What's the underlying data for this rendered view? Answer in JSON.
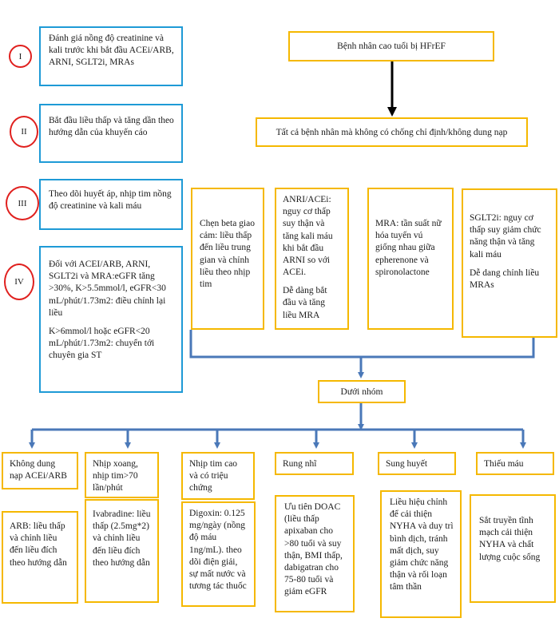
{
  "colors": {
    "blue": "#1e9ad6",
    "gold": "#f5b800",
    "red": "#e0201e",
    "connector": "#4a78b8",
    "arrow": "#000000"
  },
  "levels": [
    {
      "numeral": "I",
      "text": "Đánh giá nồng độ creatinine và kali trước khi bắt đầu ACEi/ARB, ARNI, SGLT2i, MRAs"
    },
    {
      "numeral": "II",
      "text": "Bắt đầu liều thấp và tăng dần theo hướng dẫn của khuyến cáo"
    },
    {
      "numeral": "III",
      "text": "Theo dõi huyết áp, nhịp tim nồng độ creatinine và kali máu"
    },
    {
      "numeral": "IV",
      "text1": "Đối với ACEI/ARB, ARNI, SGLT2i và MRA:eGFR tăng >30%, K>5.5mmol/l, eGFR<30 mL/phút/1.73m2: điều chỉnh lại liều",
      "text2": "K>6mmol/l hoặc eGFR<20 mL/phút/1.73m2: chuyển tới chuyên gia ST"
    }
  ],
  "top": {
    "title": "Bệnh nhân cao tuổi bị HFrEF",
    "eligible": "Tất cả bệnh nhân mà không có chống chỉ định/không dung nạp"
  },
  "drugs": [
    {
      "text": "Chẹn beta giao cảm: liều thấp đến liều trung gian và chỉnh liều theo nhịp tim"
    },
    {
      "text1": "ANRI/ACEi: nguy cơ thấp suy thận và tăng kali máu khi bắt đầu ARNI so với ACEi.",
      "text2": "Dễ dàng bắt đầu và tăng liều MRA"
    },
    {
      "text": "MRA: tần suất nữ hóa tuyến vú giống nhau giữa epherenone và spironolactone"
    },
    {
      "text1": "SGLT2i: nguy cơ thấp suy giảm chức năng thận và tăng kali máu",
      "text2": "Dễ dang chỉnh liều MRAs"
    }
  ],
  "subgroup_label": "Dưới nhóm",
  "subgroups": [
    {
      "title": "Không dung nạp ACEi/ARB",
      "detail": "ARB: liều thấp và chỉnh liều đến liều đích theo hướng dẫn"
    },
    {
      "title": "Nhịp xoang, nhịp tim>70 lần/phút",
      "detail": "Ivabradine: liều thấp (2.5mg*2) và chỉnh liều đến liều đích theo hướng dẫn"
    },
    {
      "title": "Nhịp tim cao và có triệu chứng",
      "detail": "Digoxin: 0.125 mg/ngày (nồng độ máu 1ng/mL). theo dõi điện giải, sự mất nước và tương tác thuốc"
    },
    {
      "title": "Rung nhĩ",
      "detail": "Ưu tiên DOAC (liều thấp apixaban cho >80 tuổi và suy thận, BMI thấp, dabigatran cho 75-80 tuổi và giảm eGFR"
    },
    {
      "title": "Sung huyết",
      "detail": "Liều hiệu chỉnh để cải thiện NYHA và duy trì bình dịch, tránh mất dịch, suy giảm chức năng thận và rối loạn tâm thần"
    },
    {
      "title": "Thiếu máu",
      "detail": "Sắt truyền tĩnh mạch cải thiện NYHA và chất lượng cuộc sống"
    }
  ]
}
